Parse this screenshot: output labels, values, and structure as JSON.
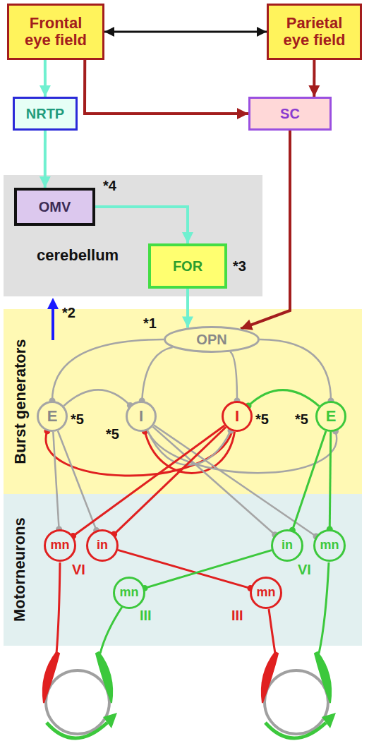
{
  "diagram": {
    "nodes": [
      {
        "text": [
          "Frontal eye field"
        ]
      },
      {
        "text": [
          "Parietal eye field"
        ]
      },
      {
        "text": [
          "NRTP"
        ]
      },
      {
        "text": [
          "SC"
        ]
      },
      {
        "text": [
          "cerebellum"
        ]
      },
      {
        "text": [
          "OMV"
        ],
        "in": 4
      },
      {
        "text": [
          "FOR"
        ],
        "in": 4
      },
      {
        "text": [
          "Burst generators"
        ]
      },
      {
        "text": [
          "OPN"
        ],
        "in": 7
      },
      {
        "text": [
          "E"
        ],
        "in": 7
      },
      {
        "text": [
          "I"
        ],
        "in": 7
      },
      {
        "text": [
          "I"
        ],
        "in": 7
      },
      {
        "text": [
          "E"
        ],
        "in": 7
      },
      {
        "text": [
          "Motorneurons"
        ]
      },
      {
        "text": [
          "mn",
          "VI"
        ],
        "in": 13
      },
      {
        "text": [
          "in"
        ],
        "in": 13
      },
      {
        "text": [
          "in"
        ],
        "in": 13
      },
      {
        "text": [
          "mn",
          "VI"
        ],
        "in": 13
      },
      {
        "text": [
          "mn",
          "III"
        ],
        "in": 13
      },
      {
        "text": [
          "mn",
          "III"
        ],
        "in": 13
      }
    ],
    "edges": [
      {
        "from": 0,
        "to": 1,
        "arrow": "both"
      },
      {
        "from": 0,
        "to": 2,
        "arrow": "to"
      },
      {
        "from": 0,
        "to": 3,
        "arrow": "to"
      },
      {
        "from": 1,
        "to": 3,
        "arrow": "to"
      },
      {
        "from": 2,
        "to": 5,
        "arrow": "to"
      },
      {
        "from": 5,
        "to": 6,
        "arrow": "to"
      },
      {
        "from": 6,
        "to": 8,
        "arrow": "to"
      },
      {
        "from": 3,
        "to": 8,
        "arrow": "to"
      },
      {
        "from": 8,
        "to": 9,
        "arrow": "to"
      },
      {
        "from": 8,
        "to": 10,
        "arrow": "to"
      },
      {
        "from": 8,
        "to": 11,
        "arrow": "to"
      },
      {
        "from": 8,
        "to": 12,
        "arrow": "to"
      },
      {
        "from": 9,
        "to": 10,
        "arrow": "to"
      },
      {
        "from": 12,
        "to": 11,
        "arrow": "to"
      },
      {
        "from": 11,
        "to": 9,
        "arrow": "to"
      },
      {
        "from": 11,
        "to": 10,
        "arrow": "to"
      },
      {
        "from": 10,
        "to": 12,
        "arrow": "to"
      },
      {
        "from": 10,
        "to": 11,
        "arrow": "to"
      },
      {
        "from": 9,
        "to": 14,
        "arrow": "to"
      },
      {
        "from": 9,
        "to": 15,
        "arrow": "to"
      },
      {
        "from": 10,
        "to": 16,
        "arrow": "to"
      },
      {
        "from": 10,
        "to": 17,
        "arrow": "to"
      },
      {
        "from": 11,
        "to": 14,
        "arrow": "to"
      },
      {
        "from": 11,
        "to": 15,
        "arrow": "to"
      },
      {
        "from": 12,
        "to": 16,
        "arrow": "to"
      },
      {
        "from": 12,
        "to": 17,
        "arrow": "to"
      },
      {
        "from": 15,
        "to": 19,
        "arrow": "to"
      },
      {
        "from": 16,
        "to": 18,
        "arrow": "to"
      }
    ],
    "labels": [
      "*1",
      "*2",
      "*3",
      "*4",
      "*5",
      "*5",
      "*5",
      "*5"
    ]
  }
}
